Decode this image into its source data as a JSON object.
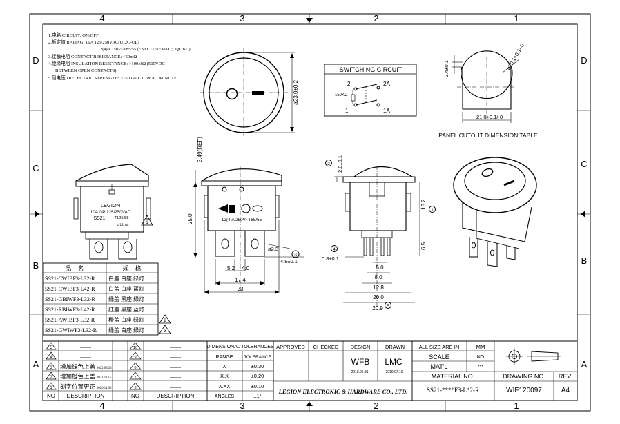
{
  "zones": {
    "top": [
      "4",
      "3",
      "2",
      "1"
    ],
    "bottom": [
      "4",
      "3",
      "2",
      "1"
    ],
    "left": [
      "D",
      "C",
      "B",
      "A"
    ],
    "right": [
      "D",
      "C",
      "B",
      "A"
    ]
  },
  "notes": [
    "1.电路 CIRCUIT: ON/OFF",
    "2.额定值 RATING:  10A 125/250VAC(UL;C-UL)",
    "12(4)A  250V~T85/55 (ENEC17;NEMKO;CQC;KC)",
    "3.接触电阻 CONTACT RESISTANCE: <50mΩ",
    "4.绝缘电阻 INSULATION RESISTANCE: >100MΩ (500VDC",
    "BETWEEN OPEN CONTACTS)",
    "5.耐电压 DIELECTRIC STRENGTH: >1500VAC 0.5mA 1 MINUTE"
  ],
  "switching_circuit": {
    "title": "SWITCHING CIRCUIT",
    "terminals": [
      "2",
      "2A",
      "1",
      "1A"
    ],
    "resistor": "150KΩ"
  },
  "panel_cutout": {
    "title": "PANEL CUTOUT DIMENSION TABLE",
    "dia": "ø20.1+0.1/-0",
    "height": "2.4±0.1",
    "width": "21.0+0.1/-0"
  },
  "front_view": {
    "diameter": "ø23.0±0.2"
  },
  "side_view_label": {
    "brand": "LEGION",
    "rating": "10A GP 125/250VAC",
    "model": "SS21",
    "temp": "T125/55",
    "mark": "c UL us",
    "rev_mark": "1"
  },
  "front_label": {
    "rating": "12(4)A  250V~T85/55",
    "dims": [
      "3.49(REF)",
      "25.0",
      "ø2.3",
      "4.8±0.1",
      "5.2",
      "4.0",
      "17.4",
      "23"
    ],
    "callout": "3"
  },
  "end_view": {
    "dims": [
      "2.0±0.1",
      "18.2",
      "6.5",
      "0.8±0.1",
      "5.0",
      "8.0",
      "12.8",
      "20.0",
      "20.9"
    ],
    "callouts": [
      "2",
      "1",
      "4",
      "5"
    ]
  },
  "parts_table": {
    "headers": [
      "品　名",
      "规　格"
    ],
    "rows": [
      {
        "name": "SS21-CWIBF3-L32-R",
        "spec": "白盖 白座 绿灯",
        "rev": ""
      },
      {
        "name": "SS21-CWIBF3-L42-R",
        "spec": "白盖 白座 蓝灯",
        "rev": ""
      },
      {
        "name": "SS21-GBIWF3-L32-R",
        "spec": "绿盖 黑座 绿灯",
        "rev": ""
      },
      {
        "name": "SS21-RBIWF3-L42-R",
        "spec": "红盖 黑座 蓝灯",
        "rev": ""
      },
      {
        "name": "SS21-AWIBF3-L32-R",
        "spec": "橙盖 白座 绿灯",
        "rev": "2"
      },
      {
        "name": "SS21-GWIWF3-L32-R",
        "spec": "绿盖 白座 绿灯",
        "rev": "3"
      }
    ]
  },
  "revision_block": {
    "rows_left": [
      {
        "no": "5",
        "desc": "——",
        "date": ""
      },
      {
        "no": "4",
        "desc": "——",
        "date": ""
      },
      {
        "no": "3",
        "desc": "增加绿色上盖",
        "date": "2022.05.23"
      },
      {
        "no": "2",
        "desc": "增加橙色上盖",
        "date": "2021.11.15"
      },
      {
        "no": "1",
        "desc": "刻字位置更正",
        "date": "2020.11.06"
      }
    ],
    "rows_right": [
      {
        "no": "10",
        "desc": "——"
      },
      {
        "no": "9",
        "desc": "——"
      },
      {
        "no": "8",
        "desc": "——"
      },
      {
        "no": "7",
        "desc": "——"
      },
      {
        "no": "6",
        "desc": "——"
      }
    ],
    "col_no": "NO",
    "col_desc": "DESCRIPTION"
  },
  "tolerances": {
    "title": "DIMENSIONAL TOLERANCES",
    "col_range": "RANGE",
    "col_tol": "TOLERANCE",
    "rows": [
      {
        "range": "X",
        "tol": "±0.30"
      },
      {
        "range": "X.X",
        "tol": "±0.20"
      },
      {
        "range": "X.XX",
        "tol": "±0.10"
      },
      {
        "range": "ANGLES",
        "tol": "±1°"
      }
    ]
  },
  "title_block": {
    "approved": "APPROVED",
    "checked": "CHECKED",
    "design": "DESIGN",
    "design_by": "WFB",
    "design_date": "2018.05.31",
    "drawn": "DRAWN",
    "drawn_by": "LMC",
    "drawn_date": "2019.07.10",
    "company": "LEGION ELECTRONIC & HARDWARE CO., LTD.",
    "units_label": "ALL SIZE ARE IN",
    "units": "MM",
    "scale_label": "SCALE",
    "scale": "NO",
    "matl_label": "MAT'L",
    "matl": "***",
    "material_no_label": "MATERIAL NO.",
    "material_no": "SS21-****F3-L*2-R",
    "drawing_no_label": "DRAWING NO.",
    "drawing_no": "WIF120097",
    "rev_label": "REV.",
    "rev": "A4"
  }
}
